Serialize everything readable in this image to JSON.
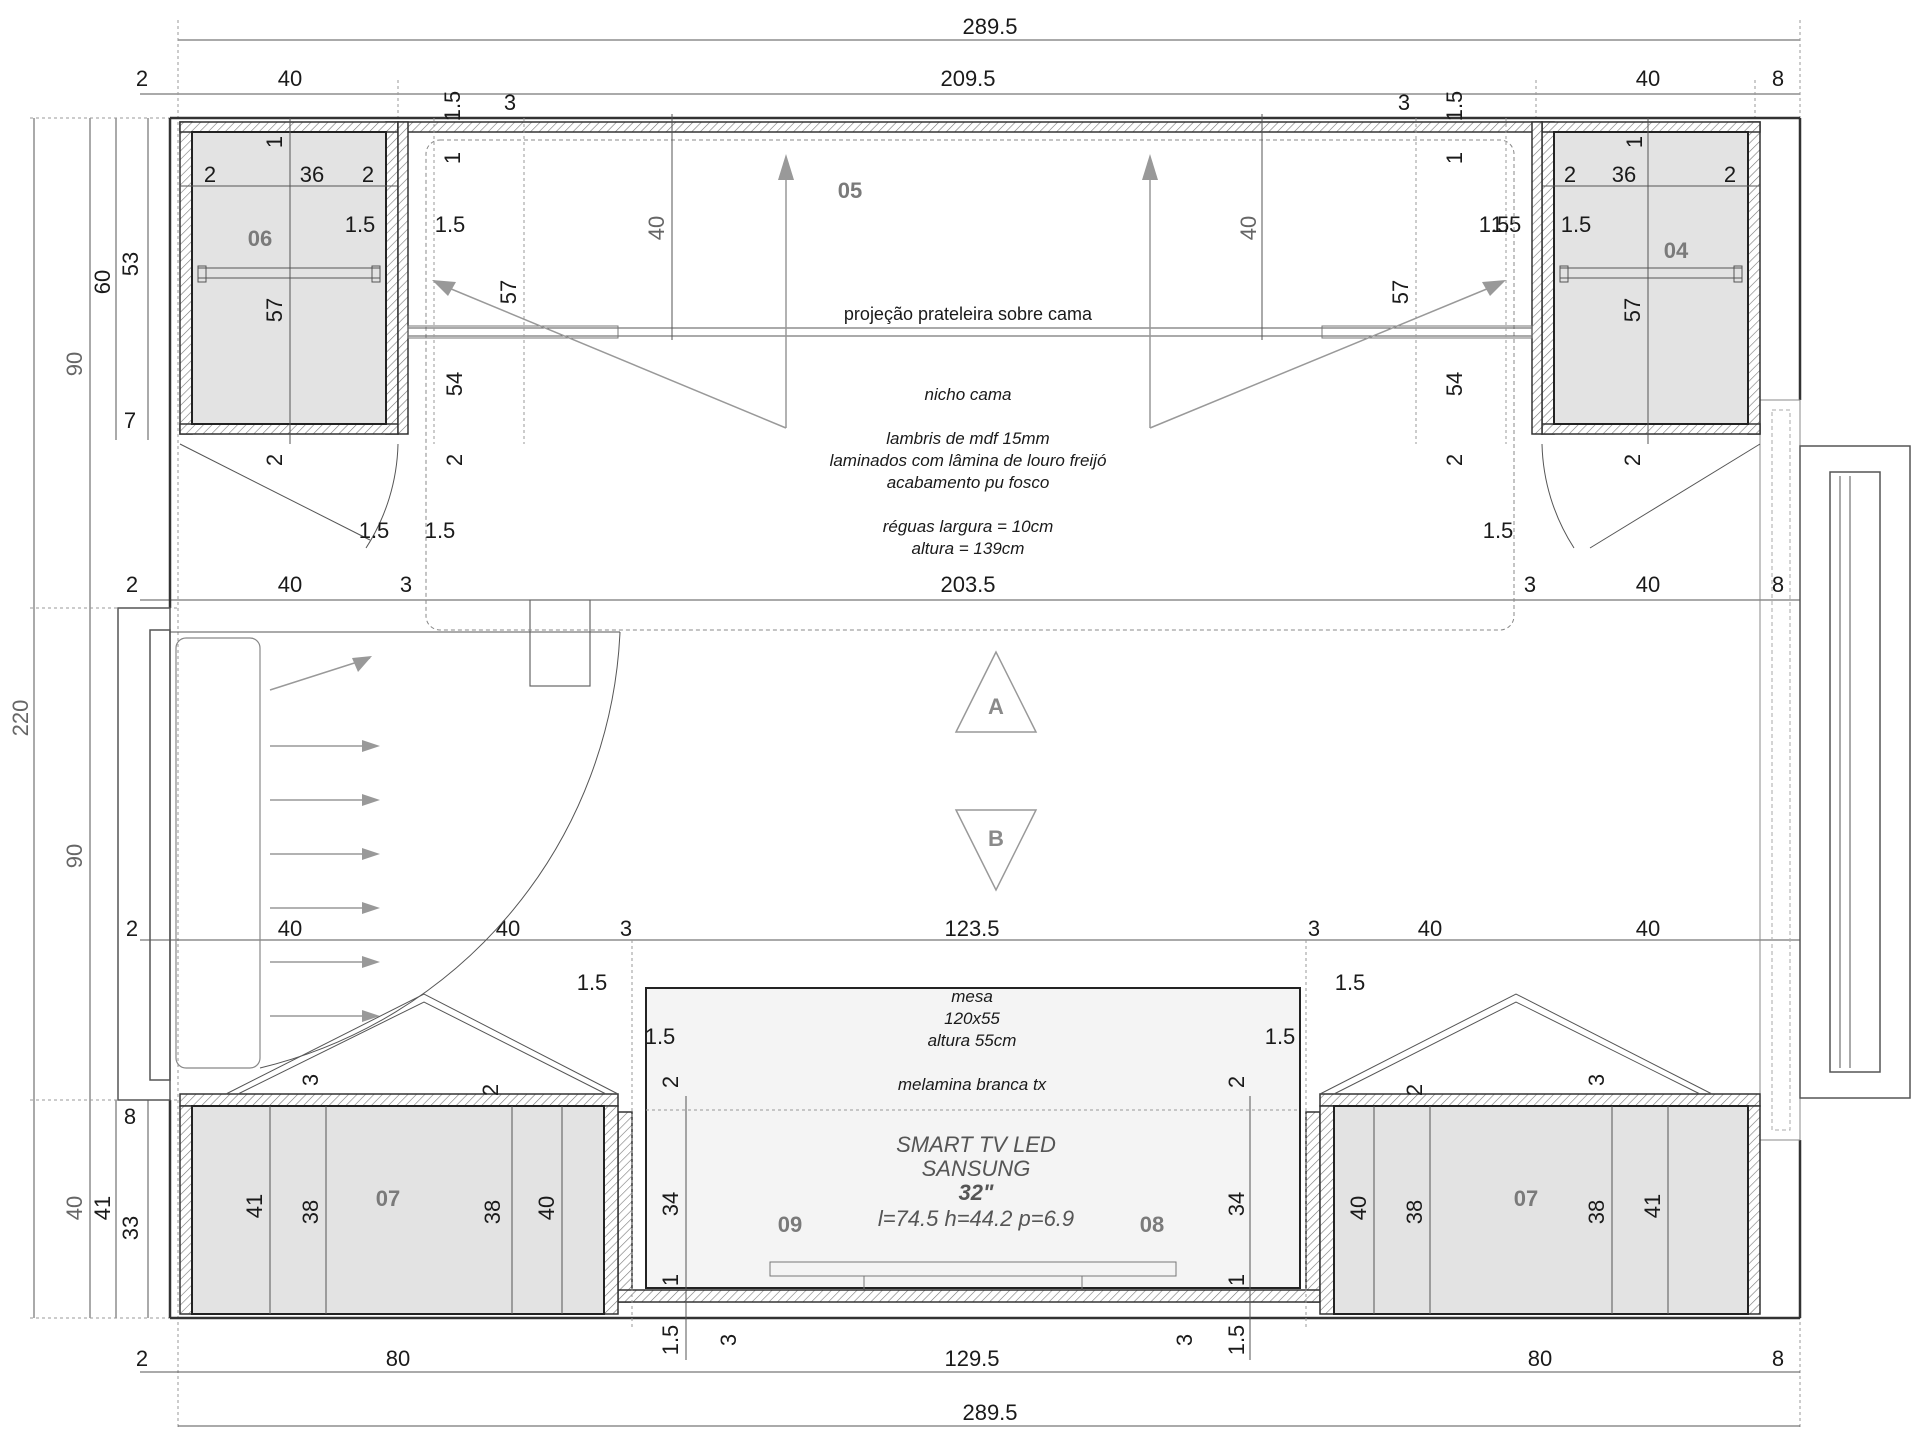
{
  "drawing": {
    "dimensions_top": {
      "overall": "289.5",
      "row1": [
        "2",
        "40",
        "209.5",
        "40",
        "8"
      ],
      "row2": [
        "2",
        "40",
        "3",
        "203.5",
        "3",
        "40",
        "8"
      ]
    },
    "dimensions_bottom": {
      "overall": "289.5",
      "row1": [
        "2",
        "80",
        "129.5",
        "80",
        "8"
      ],
      "row_mid": [
        "2",
        "40",
        "40",
        "3",
        "123.5",
        "3",
        "40",
        "40"
      ]
    },
    "dimensions_left": {
      "total": "220",
      "upper": "90",
      "middle": "90",
      "lower": "40",
      "upper_sub": [
        "60",
        "53",
        "7"
      ],
      "lower_sub": [
        "8",
        "41",
        "33"
      ]
    },
    "cabinet_06": {
      "id": "06",
      "dims": [
        "1",
        "2",
        "36",
        "2",
        "1.5",
        "57",
        "2",
        "1.5"
      ]
    },
    "cabinet_04": {
      "id": "04",
      "dims": [
        "1",
        "2",
        "36",
        "2",
        "1.5",
        "57",
        "2",
        "1.5"
      ]
    },
    "niche": {
      "id": "05",
      "dims_left": [
        "1.5",
        "3",
        "1",
        "1.5",
        "57",
        "54",
        "2",
        "1.5"
      ],
      "dims_right": [
        "3",
        "1.5",
        "1",
        "1.5",
        "57",
        "54",
        "2",
        "1.5"
      ],
      "depth_left": "40",
      "depth_right": "40",
      "shelf_projection": "projeção prateleira sobre cama",
      "notes": [
        "nicho cama",
        "lambris de mdf  15mm",
        "laminados com lâmina de louro freijó",
        "acabamento pu fosco",
        "réguas largura = 10cm",
        "altura = 139cm"
      ]
    },
    "sections": {
      "a": "A",
      "b": "B"
    },
    "desk": {
      "notes": [
        "mesa",
        "120x55",
        "altura 55cm",
        "melamina branca tx"
      ],
      "dims": [
        "1.5",
        "1.5",
        "1.5",
        "1.5",
        "2",
        "2",
        "34",
        "34",
        "1",
        "1",
        "1.5",
        "3",
        "3",
        "1.5"
      ]
    },
    "tv": {
      "lines": [
        "SMART TV LED",
        "SANSUNG",
        "32\"",
        "l=74.5 h=44.2 p=6.9"
      ]
    },
    "cabinet_07_left": {
      "id": "07",
      "dims": [
        "3",
        "2",
        "41",
        "38",
        "38",
        "40"
      ]
    },
    "cabinet_07_right": {
      "id": "07",
      "dims": [
        "2",
        "3",
        "40",
        "38",
        "38",
        "41"
      ]
    },
    "unit_09": "09",
    "unit_08": "08"
  }
}
